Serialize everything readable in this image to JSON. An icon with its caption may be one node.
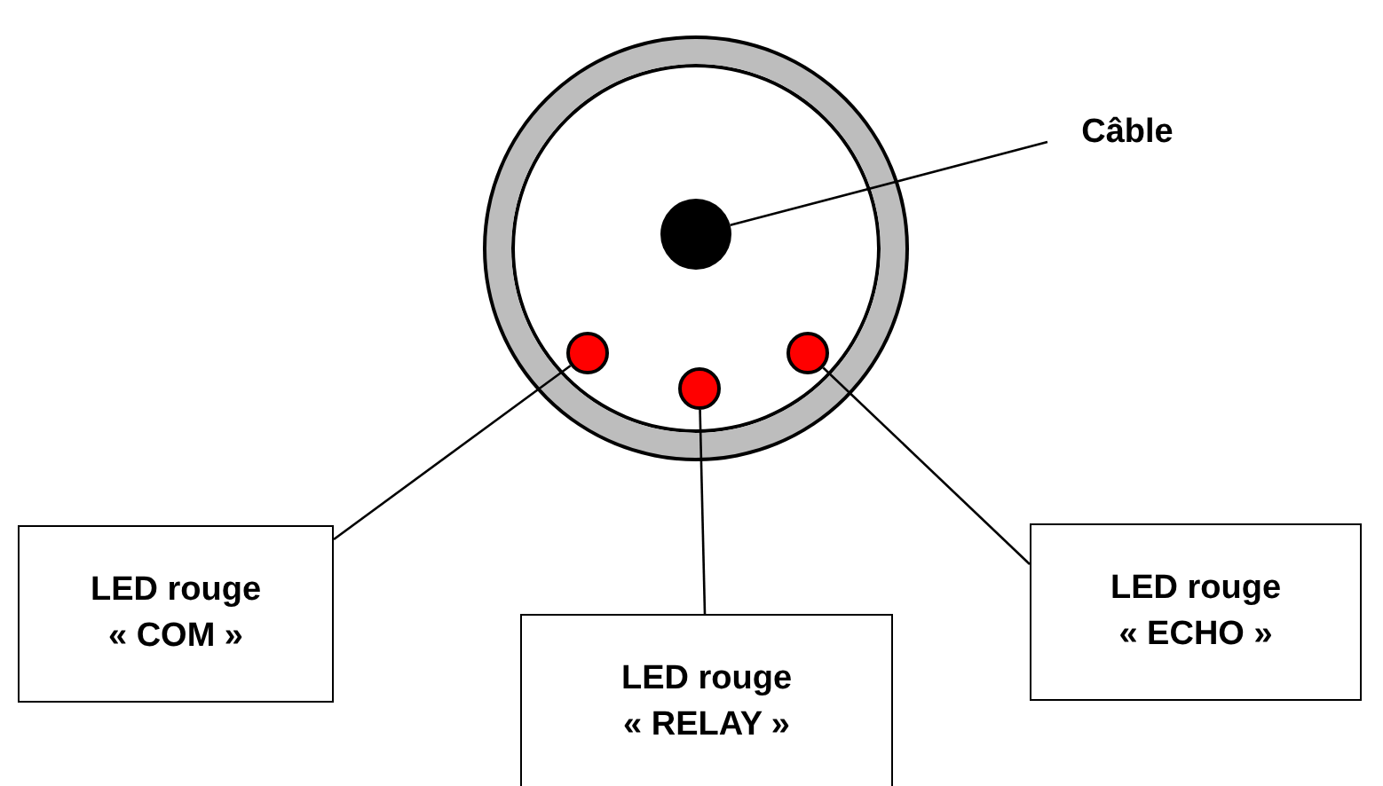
{
  "diagram": {
    "nodes": [
      {
        "text": [],
        "shape": "circle"
      },
      {
        "text": [],
        "shape": "circle",
        "in": 0
      },
      {
        "text": [],
        "shape": "circle",
        "in": 0
      },
      {
        "text": [],
        "shape": "circle",
        "in": 0
      },
      {
        "text": [],
        "shape": "circle",
        "in": 0
      },
      {
        "text": [
          "Câble"
        ]
      },
      {
        "text": [
          "LED rouge « COM »"
        ]
      },
      {
        "text": [
          "LED rouge « RELAY »"
        ]
      },
      {
        "text": [
          "LED rouge « ECHO »"
        ]
      }
    ],
    "edges": [
      {
        "from": 5,
        "to": 1,
        "arrow": "none"
      },
      {
        "from": 6,
        "to": 2,
        "arrow": "none"
      },
      {
        "from": 7,
        "to": 3,
        "arrow": "none"
      },
      {
        "from": 8,
        "to": 4,
        "arrow": "none"
      }
    ]
  }
}
